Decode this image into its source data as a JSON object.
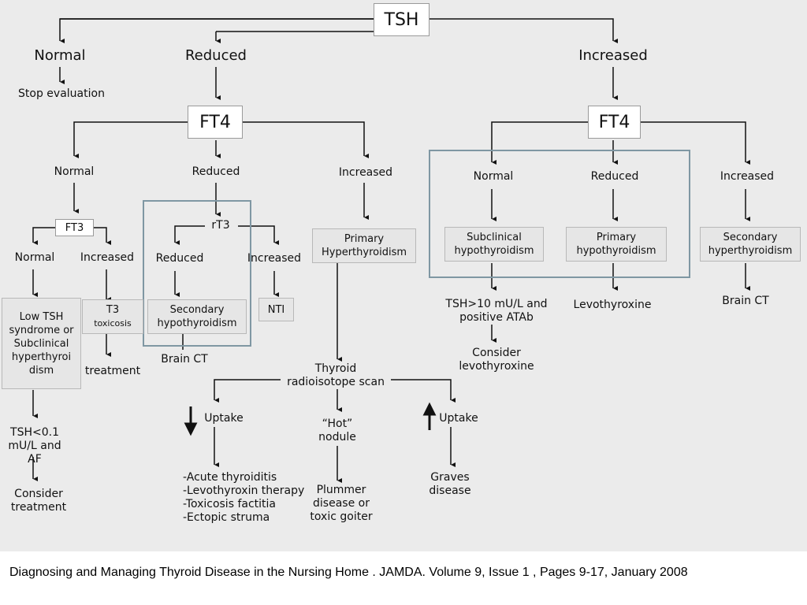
{
  "root": "TSH",
  "level1": {
    "normal": "Normal",
    "reduced": "Reduced",
    "increased": "Increased",
    "stop": "Stop evaluation"
  },
  "left_ft4": {
    "title": "FT4",
    "normal": "Normal",
    "reduced": "Reduced",
    "increased": "Increased",
    "ft3": "FT3",
    "ft3_normal": "Normal",
    "ft3_increased": "Increased",
    "low_tsh": "Low TSH syndrome or Subclinical hyperthyroi dism",
    "t3_title": "T3",
    "t3_sub": "toxicosis",
    "treatment": "treatment",
    "tsh_af": "TSH<0.1 mU/L and AF",
    "consider_treatment": "Consider treatment",
    "rt3": "rT3",
    "rt3_reduced": "Reduced",
    "rt3_increased": "Increased",
    "secondary_hypo": "Secondary hypothyroidism",
    "nti": "NTI",
    "brain_ct": "Brain CT",
    "primary_hyper": "Primary Hyperthyroidism",
    "scan": "Thyroid radioisotope scan",
    "uptake_down": "Uptake",
    "hot": "“Hot” nodule",
    "uptake_up": "Uptake",
    "causes": [
      "-Acute thyroiditis",
      "-Levothyroxin therapy",
      "-Toxicosis factitia",
      "-Ectopic struma"
    ],
    "plummer": "Plummer disease or toxic goiter",
    "graves": "Graves disease"
  },
  "right_ft4": {
    "title": "FT4",
    "normal": "Normal",
    "reduced": "Reduced",
    "increased": "Increased",
    "subclinical_hypo": "Subclinical hypothyroidism",
    "primary_hypo": "Primary hypothyroidism",
    "secondary_hyper": "Secondary hyperthyroidism",
    "tsh10": "TSH>10 mU/L and positive ATAb",
    "levothyroxine": "Levothyroxine",
    "brain_ct": "Brain CT",
    "consider_levo": "Consider levothyroxine"
  },
  "caption": "Diagnosing and Managing Thyroid Disease in the Nursing Home . JAMDA. Volume 9, Issue 1 , Pages 9-17, January 2008"
}
